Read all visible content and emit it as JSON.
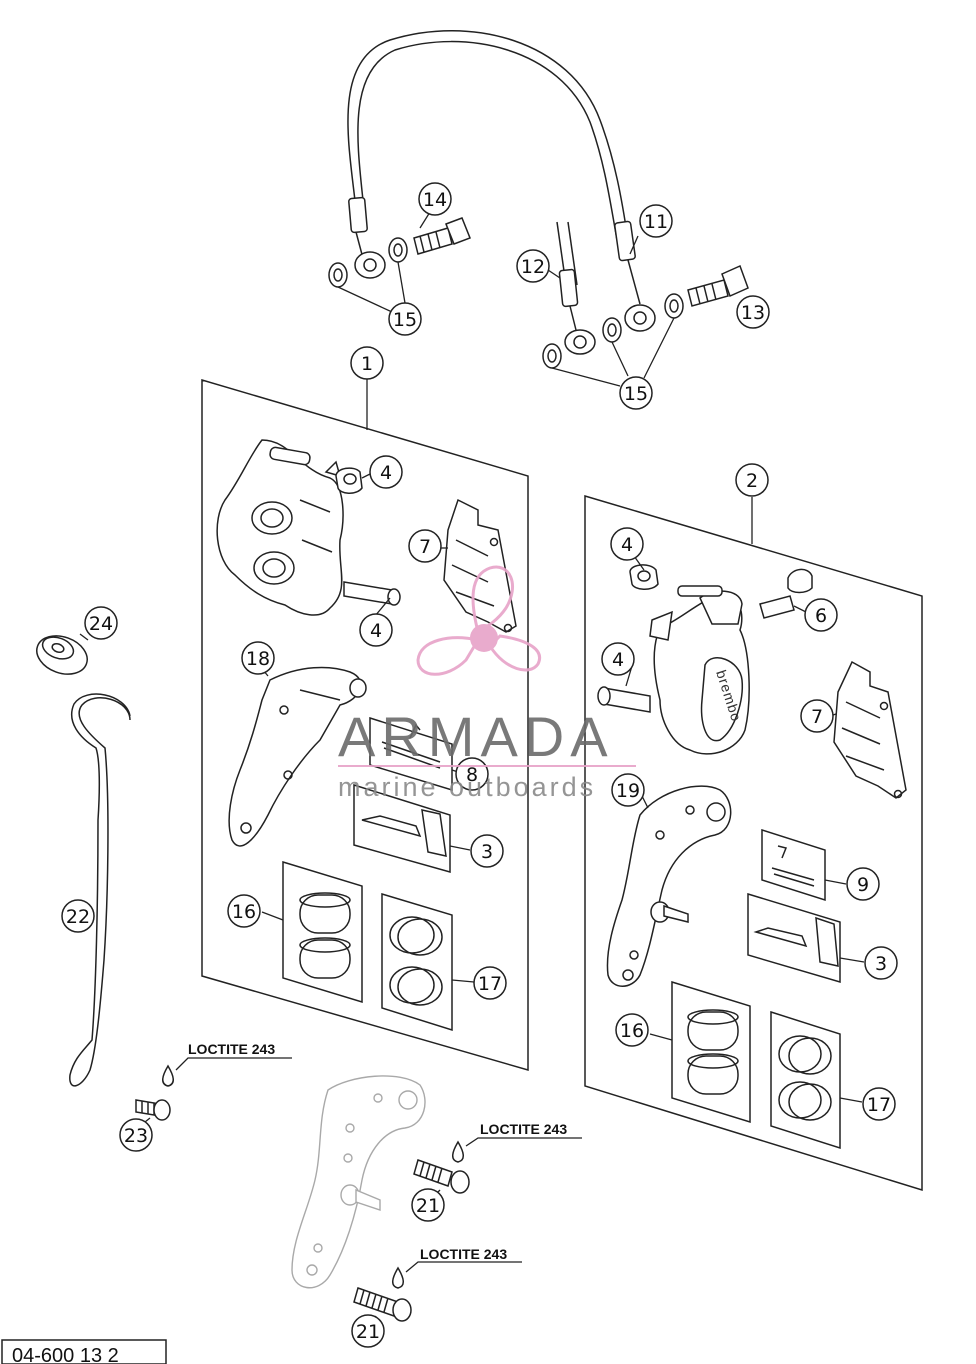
{
  "callouts": [
    {
      "id": "c1",
      "label": "1"
    },
    {
      "id": "c2",
      "label": "2"
    },
    {
      "id": "c3a",
      "label": "3"
    },
    {
      "id": "c3b",
      "label": "3"
    },
    {
      "id": "c4a",
      "label": "4"
    },
    {
      "id": "c4b",
      "label": "4"
    },
    {
      "id": "c4c",
      "label": "4"
    },
    {
      "id": "c4d",
      "label": "4"
    },
    {
      "id": "c6",
      "label": "6"
    },
    {
      "id": "c7a",
      "label": "7"
    },
    {
      "id": "c7b",
      "label": "7"
    },
    {
      "id": "c8",
      "label": "8"
    },
    {
      "id": "c9",
      "label": "9"
    },
    {
      "id": "c11",
      "label": "11"
    },
    {
      "id": "c12",
      "label": "12"
    },
    {
      "id": "c13",
      "label": "13"
    },
    {
      "id": "c14",
      "label": "14"
    },
    {
      "id": "c15a",
      "label": "15"
    },
    {
      "id": "c15b",
      "label": "15"
    },
    {
      "id": "c16a",
      "label": "16"
    },
    {
      "id": "c16b",
      "label": "16"
    },
    {
      "id": "c17a",
      "label": "17"
    },
    {
      "id": "c17b",
      "label": "17"
    },
    {
      "id": "c18",
      "label": "18"
    },
    {
      "id": "c19",
      "label": "19"
    },
    {
      "id": "c21a",
      "label": "21"
    },
    {
      "id": "c21b",
      "label": "21"
    },
    {
      "id": "c22",
      "label": "22"
    },
    {
      "id": "c23",
      "label": "23"
    },
    {
      "id": "c24",
      "label": "24"
    }
  ],
  "loctite_notes": [
    "LOCTITE 243",
    "LOCTITE 243",
    "LOCTITE 243"
  ],
  "watermark": {
    "title": "ARMADA",
    "subtitle": "marine outboards"
  },
  "caliper_brand": "brembo",
  "drawing_code": "04-600 13 2",
  "colors": {
    "line": "#222222",
    "ghost": "#a9a9a9",
    "watermark_pink": "#e7a3c8",
    "watermark_gray": "#6b6b6b"
  }
}
